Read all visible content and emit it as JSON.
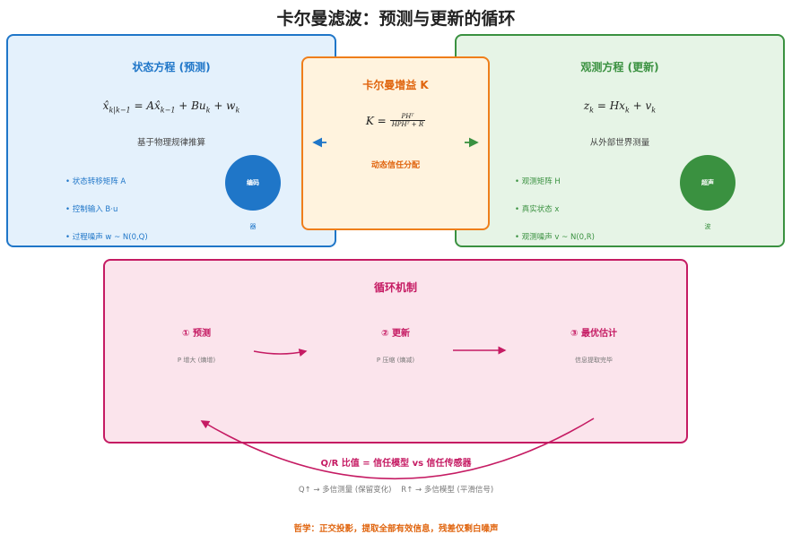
{
  "title": "卡尔曼滤波：预测与更新的循环",
  "state": {
    "heading": "状态方程 (预测)",
    "equation": "x̂k|k−1 = Ax̂k−1 + Buk + wk",
    "subtitle": "基于物理规律推算",
    "bullets": [
      "• 状态转移矩阵 A",
      "• 控制输入 B·u",
      "• 过程噪声 w ~ N(0,Q)"
    ],
    "circle_label": "编码",
    "circle_caption": "器"
  },
  "gain": {
    "heading": "卡尔曼增益 K",
    "equation_lhs": "K =",
    "equation_num": "PHᵀ",
    "equation_den": "HPHᵀ + R",
    "note": "动态信任分配"
  },
  "obs": {
    "heading": "观测方程 (更新)",
    "equation": "zk = Hxk + vk",
    "subtitle": "从外部世界测量",
    "bullets": [
      "• 观测矩阵 H",
      "• 真实状态 x",
      "• 观测噪声 v ~ N(0,R)"
    ],
    "circle_label": "超声",
    "circle_caption": "波"
  },
  "loop": {
    "heading": "循环机制",
    "steps": [
      {
        "label": "① 预测",
        "note": "P 增大 (熵增)"
      },
      {
        "label": "② 更新",
        "note": "P 压缩 (熵减)"
      },
      {
        "label": "③ 最优估计",
        "note": "信息提取完毕"
      }
    ]
  },
  "ratio": {
    "main": "Q/R 比值 = 信任模型 vs 信任传感器",
    "detail": "Q↑ → 多信测量 (保留变化)    R↑ → 多信模型 (平滑信号)"
  },
  "philosophy": "哲学：正交投影，提取全部有效信息，残差仅剩白噪声",
  "colors": {
    "blue": "#1f76c8",
    "green": "#3a9140",
    "orange": "#ef7e1a",
    "pink": "#c51b63"
  }
}
